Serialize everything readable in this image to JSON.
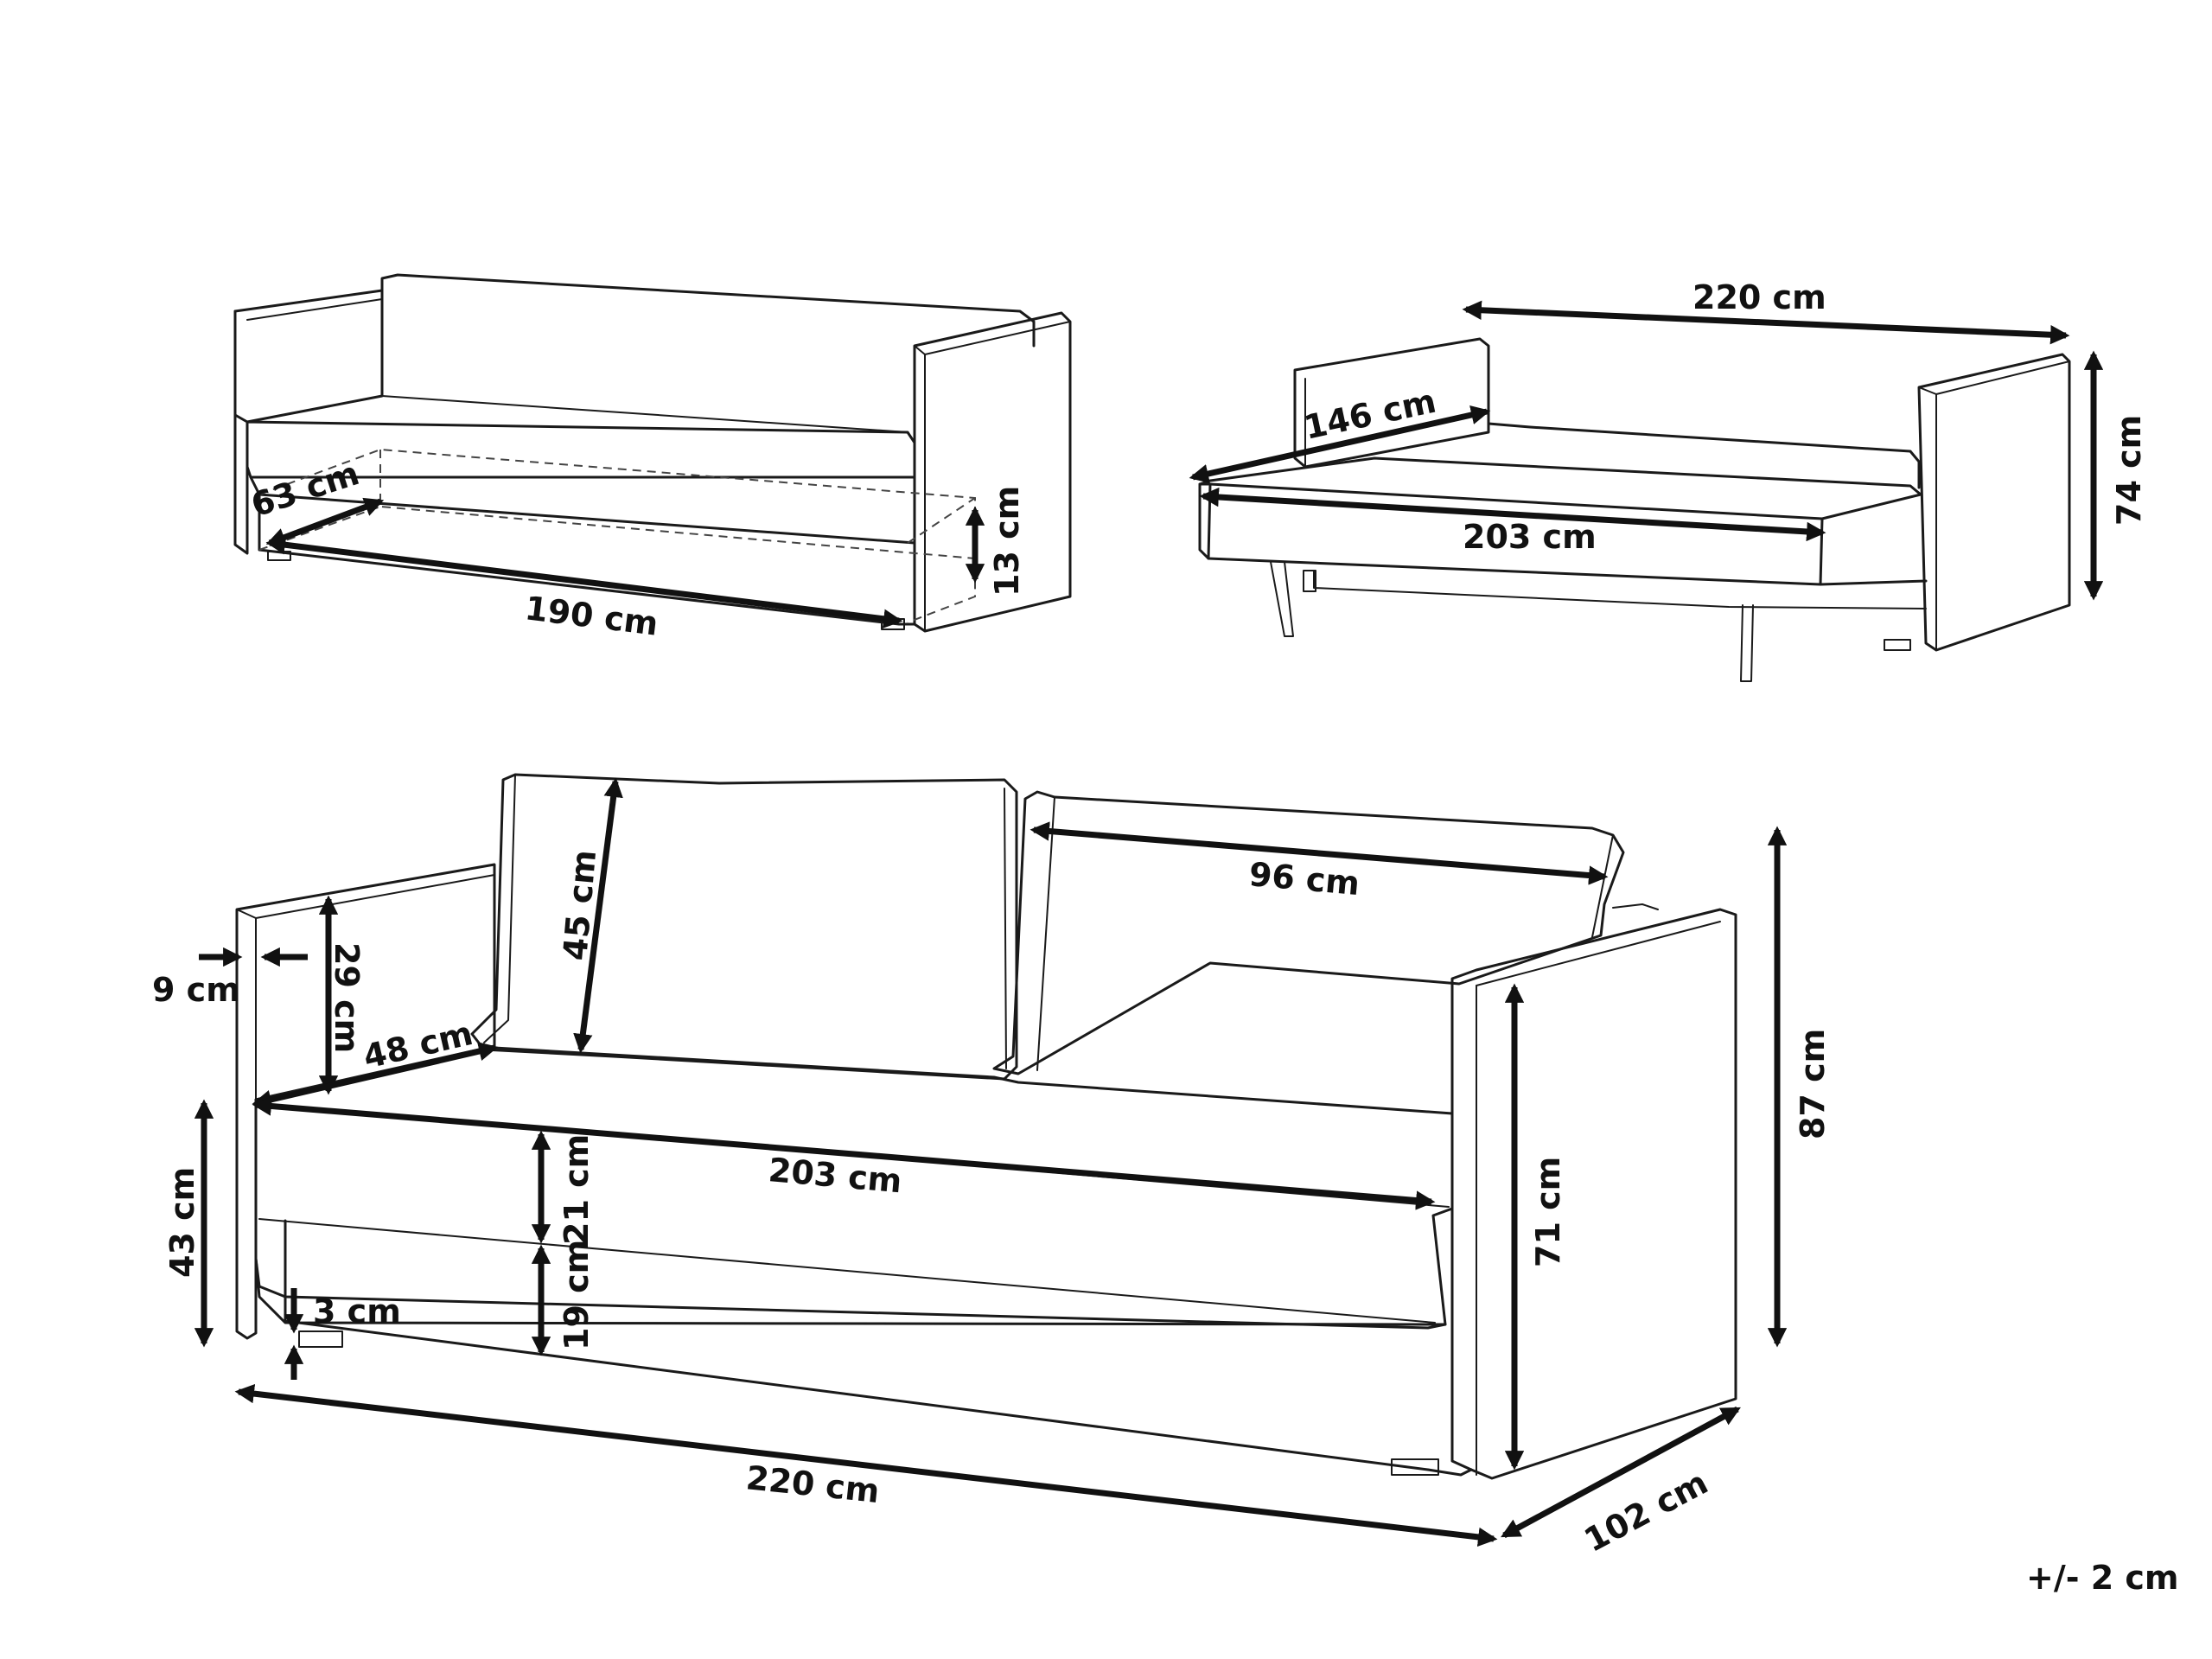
{
  "diagram": {
    "tolerance": "+/- 2 cm",
    "sofa_top_left": {
      "bed_width": "63 cm",
      "bed_length": "190 cm",
      "storage_height": "13 cm"
    },
    "sofa_top_right": {
      "total_width": "220 cm",
      "depth_open": "146 cm",
      "mattress_length": "203 cm",
      "height": "74 cm"
    },
    "sofa_main": {
      "arm_width": "9 cm",
      "arm_height": "29 cm",
      "seat_depth": "48 cm",
      "cushion_height": "45 cm",
      "cushion_width": "96 cm",
      "seat_width": "203 cm",
      "seat_cushion_thickness": "21 cm",
      "base_height": "19 cm",
      "seat_height": "43 cm",
      "leg_height": "3 cm",
      "arm_total_height": "71 cm",
      "total_height": "87 cm",
      "total_width": "220 cm",
      "total_depth": "102 cm"
    }
  }
}
